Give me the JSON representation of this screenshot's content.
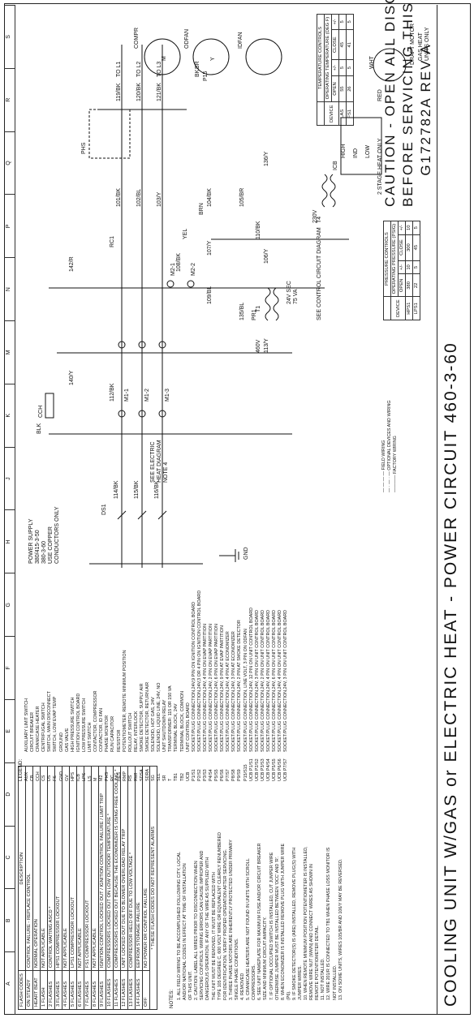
{
  "title": "COOLING UNIT W/GAS or ELECTRIC HEAT - POWER CIRCUIT 460-3-60",
  "caution": [
    "CAUTION - OPEN ALL DISCONNECTS",
    "BEFORE SERVICING THIS UNIT",
    "G172782A REV A"
  ],
  "grid": [
    "A",
    "B",
    "C",
    "D",
    "E",
    "F",
    "G",
    "H",
    "J",
    "K",
    "M",
    "N",
    "P",
    "Q",
    "R",
    "S"
  ],
  "flash_table": {
    "headers": [
      "FLASH CODES",
      "DESCRIPTION"
    ],
    "rows": [
      [
        "ON STEADY",
        "CONTROL FAILURE - REPLACE CONTROL"
      ],
      [
        "HEART BEAT",
        "NORMAL OPERATION"
      ],
      [
        "1 FLASH",
        "NOT APPLICABLE"
      ],
      [
        "2 FLASHES",
        "CONTROL WAITING ASCD *"
      ],
      [
        "3 FLASHES",
        "HPS1 COMPRESSOR LOCKOUT"
      ],
      [
        "4 FLASHES",
        "NOT APPLICABLE"
      ],
      [
        "5 FLASHES",
        "LPS1 COMPRESSOR LOCKOUT"
      ],
      [
        "6 FLASHES",
        "NOT APPLICABLE"
      ],
      [
        "7 FLASHES",
        "FS1 COMPRESSOR LOCKOUT"
      ],
      [
        "8 FLASHES",
        "NOT APPLICABLE"
      ],
      [
        "9 FLASHES",
        "IGNITION CONTROL LOCKED OUT / IGNITION CONTROL FAILURE / LIMIT TRIP"
      ],
      [
        "10 FLASHES",
        "COMPRESSORS LOCKED OUT ON LOW OUTDOOR TEMPERATURE *"
      ],
      [
        "11 FLASHES",
        "COMPRESSORS LOCKED OUT BECAUSE THE ECONOMIZER IS USING FREE COOLING *"
      ],
      [
        "12 FLASHES",
        "UNIT LOCKED OUT DUE TO BLOWER OVERLOAD RELAY TRIP"
      ],
      [
        "13 FLASHES",
        "COMPRESSOR HELD OFF DUE TO LOW VOLTAGE *"
      ],
      [
        "14 FLASHES",
        "EEPROM STORAGE FAILURE"
      ],
      [
        "OFF",
        "NO POWER OR CONTROL FAILURE"
      ]
    ],
    "footnote": "* THESE FLASH CODES DO NOT REPRESENT ALARMS"
  },
  "notes_label": "NOTES:",
  "notes": [
    "1.  ALL FIELD WIRING TO BE ACCOMPLISHED FOLLOWING CITY, LOCAL",
    "     AND/OR NATIONAL CODES IN EFFECT AT TIME OF INSTALLATION",
    "     OF THIS UNIT.",
    "2.  CAUTION: LABEL ALL WIRES PRIOR TO DISCONNECTION WHEN",
    "     SERVICING CONTROLS. WIRING ERRORS CAN CAUSE IMPROPER AND",
    "     DANGEROUS OPERATION. IF ANY OF THE WIRE AS SUPPLIED WITH",
    "     THE UNIT MUST BE REMOVED, IT MUST BE REPLACED WITH",
    "     TYPE 105 DEGREE C, 600 VOLT WIRE OR EQUIVALENT CLEARLY RENUMBERED",
    "     FOR IDENTIFICATION. VERIFY PROPER OPERATION AFTER SERVICING.",
    "3.  THREE PHASE MOTORS ARE INHERENTLY PROTECTED UNDER PRIMARY",
    "     SINGLE PHASE CONDITIONS.",
    "4.  REMOVED",
    "5.  CRANKCASE HEATERS ARE NOT FOUND IN UNITS WITH SCROLL",
    "     COMPRESSORS.",
    "6.  SEE UNIT NAMEPLATE FOR MAXIMUM FUSE AND/OR CIRCUIT BREAKER",
    "     SIZE AND MINIMUM CIRCUIT AMPACITY.",
    "7.  IF OPTIONAL OCCUPIED SWITCH IS INSTALLED, CUT JUMPER WIRE",
    "     OTHERWISE JUMPER MUST BE INSTALLED BETWEEN 'OCC' AND 'R'.",
    "8.  WHEN ECONOMIZER IS INSTALLED REMOVE PLUG WITH JUMPER WIRE",
    "     (P6).",
    "9.  IF SMOKE DETECTOR(S) IS (ARE) INSTALLED, REMOVE PLUG(S) WITH",
    "     JUMPER WIRES.",
    "10. WHEN REMOTE MINIMUM POSITION POTENTIOMETER IS INSTALLED,",
    "     REMOVE WIRE NUT (WWN) AND CONNECT WIRES AS SHOWN IN",
    "     REMOTE POTENTIOMETER DETAIL.",
    "11. NOT INSTALLED.",
    "12. WIRE 201/R IS CONNECTED TO TB1 WHEN PHASE LOSS MONITOR IS",
    "     NOT INSTALLED.",
    "13. ON SOME UNITS, WIRES 105/BR AND 106/Y MAY BE REVERSED."
  ],
  "legend_label": "LEGEND:",
  "legend": [
    [
      "AUX",
      "AUXILIARY LIMIT SWITCH"
    ],
    [
      "CB",
      "CIRCUIT BREAKER"
    ],
    [
      "CCH",
      "CRANKCASE HEATER"
    ],
    [
      "CS",
      "CENTRIFUGAL SWITCH"
    ],
    [
      "DS",
      "SWITCH, MAIN DISCONNECT"
    ],
    [
      "FS",
      "SWITCH, LOW EVAP TEMP"
    ],
    [
      "GND",
      "GROUND"
    ],
    [
      "GV",
      "GAS VALVE"
    ],
    [
      "HPS",
      "HIGH PRESSURE SWITCH"
    ],
    [
      "ICB",
      "IGNITION CONTROL BOARD"
    ],
    [
      "LPS",
      "LOW PRESSURE SWITCH"
    ],
    [
      "LS",
      "LIMIT SWITCH"
    ],
    [
      "M",
      "CONTACTOR, COMPRESSOR"
    ],
    [
      "M2",
      "CONTACTOR, ID FAN"
    ],
    [
      "PHS",
      "PHASE MONITOR"
    ],
    [
      "RC",
      "RUN CAPACITOR"
    ],
    [
      "RES",
      "RESISTOR"
    ],
    [
      "RMP",
      "POTENTIOMETER, REMOTE MINIMUM POSITION"
    ],
    [
      "RS",
      "ROLLOUT SWITCH"
    ],
    [
      "RWI",
      "RELAY, INTERLOCK"
    ],
    [
      "SDSA",
      "SMOKE DETECTOR, SUPPLY AIR"
    ],
    [
      "SDRA",
      "SMOKE DETECTOR, RETURN AIR"
    ],
    [
      "SG",
      "SOLENOID, HOT GAS, 24V"
    ],
    [
      "SLL",
      "SOLENOID, LIQUID LINE, 24V, NO"
    ],
    [
      "SR",
      "UNIT SHUTDOWN RELAY"
    ],
    [
      "T",
      "TRANSFORMER: 115 OR 150 VA"
    ],
    [
      "TB1",
      "TERMINAL BLOCK, 24V"
    ],
    [
      "TB2",
      "TERMINAL BLOCK, COMMON"
    ],
    [
      "UCB",
      "UNIT CONTROL BOARD"
    ],
    [
      "P1/S1",
      "SOCKET/PLUG CONNECTION,24V,9 PIN ON IGNITION CONTROL BOARD"
    ],
    [
      "P2/S2",
      "SOCKET/PLUG CONNECTION,24V,3 OR 4 PIN ON IGNITION CONTROL BOARD"
    ],
    [
      "P3/S3",
      "SOCKET/PLUG CONNECTION,24V, 4 PIN ON EVAP PARTITION"
    ],
    [
      "P4/S4",
      "SOCKET/PLUG CONNECTION,24V, 2 PIN ON EVAP PARTITION"
    ],
    [
      "P5/S5",
      "SOCKET/PLUG CONNECTION,24V, 6 PIN ON EVAP PARTITION"
    ],
    [
      "P6/S6",
      "SOCKET/PLUG CONNECTION,24V, 9 PIN AT EVAP PARTITION"
    ],
    [
      "P7/S7",
      "SOCKET/PLUG CONNECTION,24V, 4 PIN AT ECONOMIZER"
    ],
    [
      "P8/S8",
      "SOCKET/PLUG CONNECTION,24V, 3 PIN AT ECONOMIZER"
    ],
    [
      "P9/S9",
      "SOCKET/PLUG CONNECTION,24V, 2 PIN AT SMOKE DETECTOR"
    ],
    [
      "P15/S15",
      "SOCKET/PLUG CONNECTION, LINE VOLT, 3 PIN ON ODFAN"
    ],
    [
      "UCB P1/S1",
      "SOCKET/PLUG CONNECTION,24V, 12 PIN ON UNIT CONTROL BOARD"
    ],
    [
      "UCB P2/S2",
      "SOCKET/PLUG CONNECTION,24V, 3 PIN ON UNIT CONTROL BOARD"
    ],
    [
      "UCB P3/S3",
      "SOCKET/PLUG CONNECTION,24V, 2 PIN ON UNIT CONTROL BOARD"
    ],
    [
      "UCB P4/S4",
      "SOCKET/PLUG CONNECTION,24V, 4 PIN ON UNIT CONTROL BOARD"
    ],
    [
      "UCB P5/S5",
      "SOCKET/PLUG CONNECTION,24V, 6 PIN ON UNIT CONTROL BOARD"
    ],
    [
      "UCB P6/S6",
      "SOCKET/PLUG CONNECTION,24V, 4 PIN ON UNIT CONTROL BOARD"
    ],
    [
      "UCB P7/S7",
      "SOCKET/PLUG CONNECTION,24V, 3 PIN ON UNIT CONTROL BOARD"
    ]
  ],
  "wiring_key": [
    "FIELD WIRING",
    "OPTIONAL DEVICES AND WIRING",
    "FACTORY WIRING"
  ],
  "pressure_controls": {
    "title": "PRESSURE CONTROLS",
    "headers": [
      "DEVICE",
      "OPERATING PRESSURE (PSIG)",
      "OPEN",
      "+/-",
      "CLOSE",
      "+/-"
    ],
    "rows": [
      [
        "HPS1",
        "380",
        "10",
        "300",
        "10"
      ],
      [
        "LPS1",
        "22",
        "5",
        "45",
        "5"
      ]
    ]
  },
  "temperature_controls": {
    "title": "TEMPERATURE CONTROLS",
    "headers": [
      "DEVICE",
      "OPERATING TEMPERATURE (DEG F)",
      "OPEN",
      "+/-",
      "CLOSE",
      "+/-"
    ],
    "rows": [
      [
        "LAS",
        "55",
        "5",
        "45",
        "5"
      ],
      [
        "FS1",
        "26",
        "5",
        "41",
        "5"
      ]
    ]
  },
  "diagram_labels": {
    "power_supply": [
      "POWER SUPPLY",
      "380/415-3-50",
      "380-3-60",
      "USE COPPER",
      "CONDUCTORS ONLY"
    ],
    "see_electric": [
      "SEE ELECTRIC",
      "HEAT DIAGRAM",
      "NOTE 4"
    ],
    "see_control": "SEE CONTROL CIRCUIT DIAGRAM",
    "stage_heat": "2 STAGE HEAT ONLY",
    "gas_heat": [
      "GAS HEAT",
      "UNITS ONLY"
    ],
    "draft_motor": "DRAFT MOTOR",
    "compr": "COMPR",
    "odfan": "ODFAN",
    "idfan": "IDFAN",
    "tx_sec": [
      "24V SEC",
      "75 VA"
    ],
    "wires": [
      "119/BK",
      "120/BK",
      "121/BK",
      "TO L1",
      "TO L2",
      "TO L3",
      "101/BK",
      "102/BL",
      "103/Y",
      "104/BK",
      "105/BR",
      "106/Y",
      "107/Y",
      "108/BK",
      "109/BL",
      "110/BK",
      "112/BK",
      "113/Y",
      "114/BK",
      "115/BK",
      "116/BK",
      "135/BL",
      "136/Y",
      "140/Y",
      "142/R"
    ],
    "devices": [
      "PHS",
      "CCH",
      "BLK",
      "DS1",
      "GND",
      "M1-1",
      "M1-2",
      "M1-3",
      "M2-1",
      "M2-2",
      "RC1",
      "ICB",
      "HIGH",
      "IND",
      "LOW",
      "RED",
      "WHT",
      "BRN",
      "YEL",
      "BK",
      "BR",
      "P15",
      "T1",
      "T4",
      "PR1",
      "460V",
      "230V",
      "Y",
      "M"
    ]
  }
}
